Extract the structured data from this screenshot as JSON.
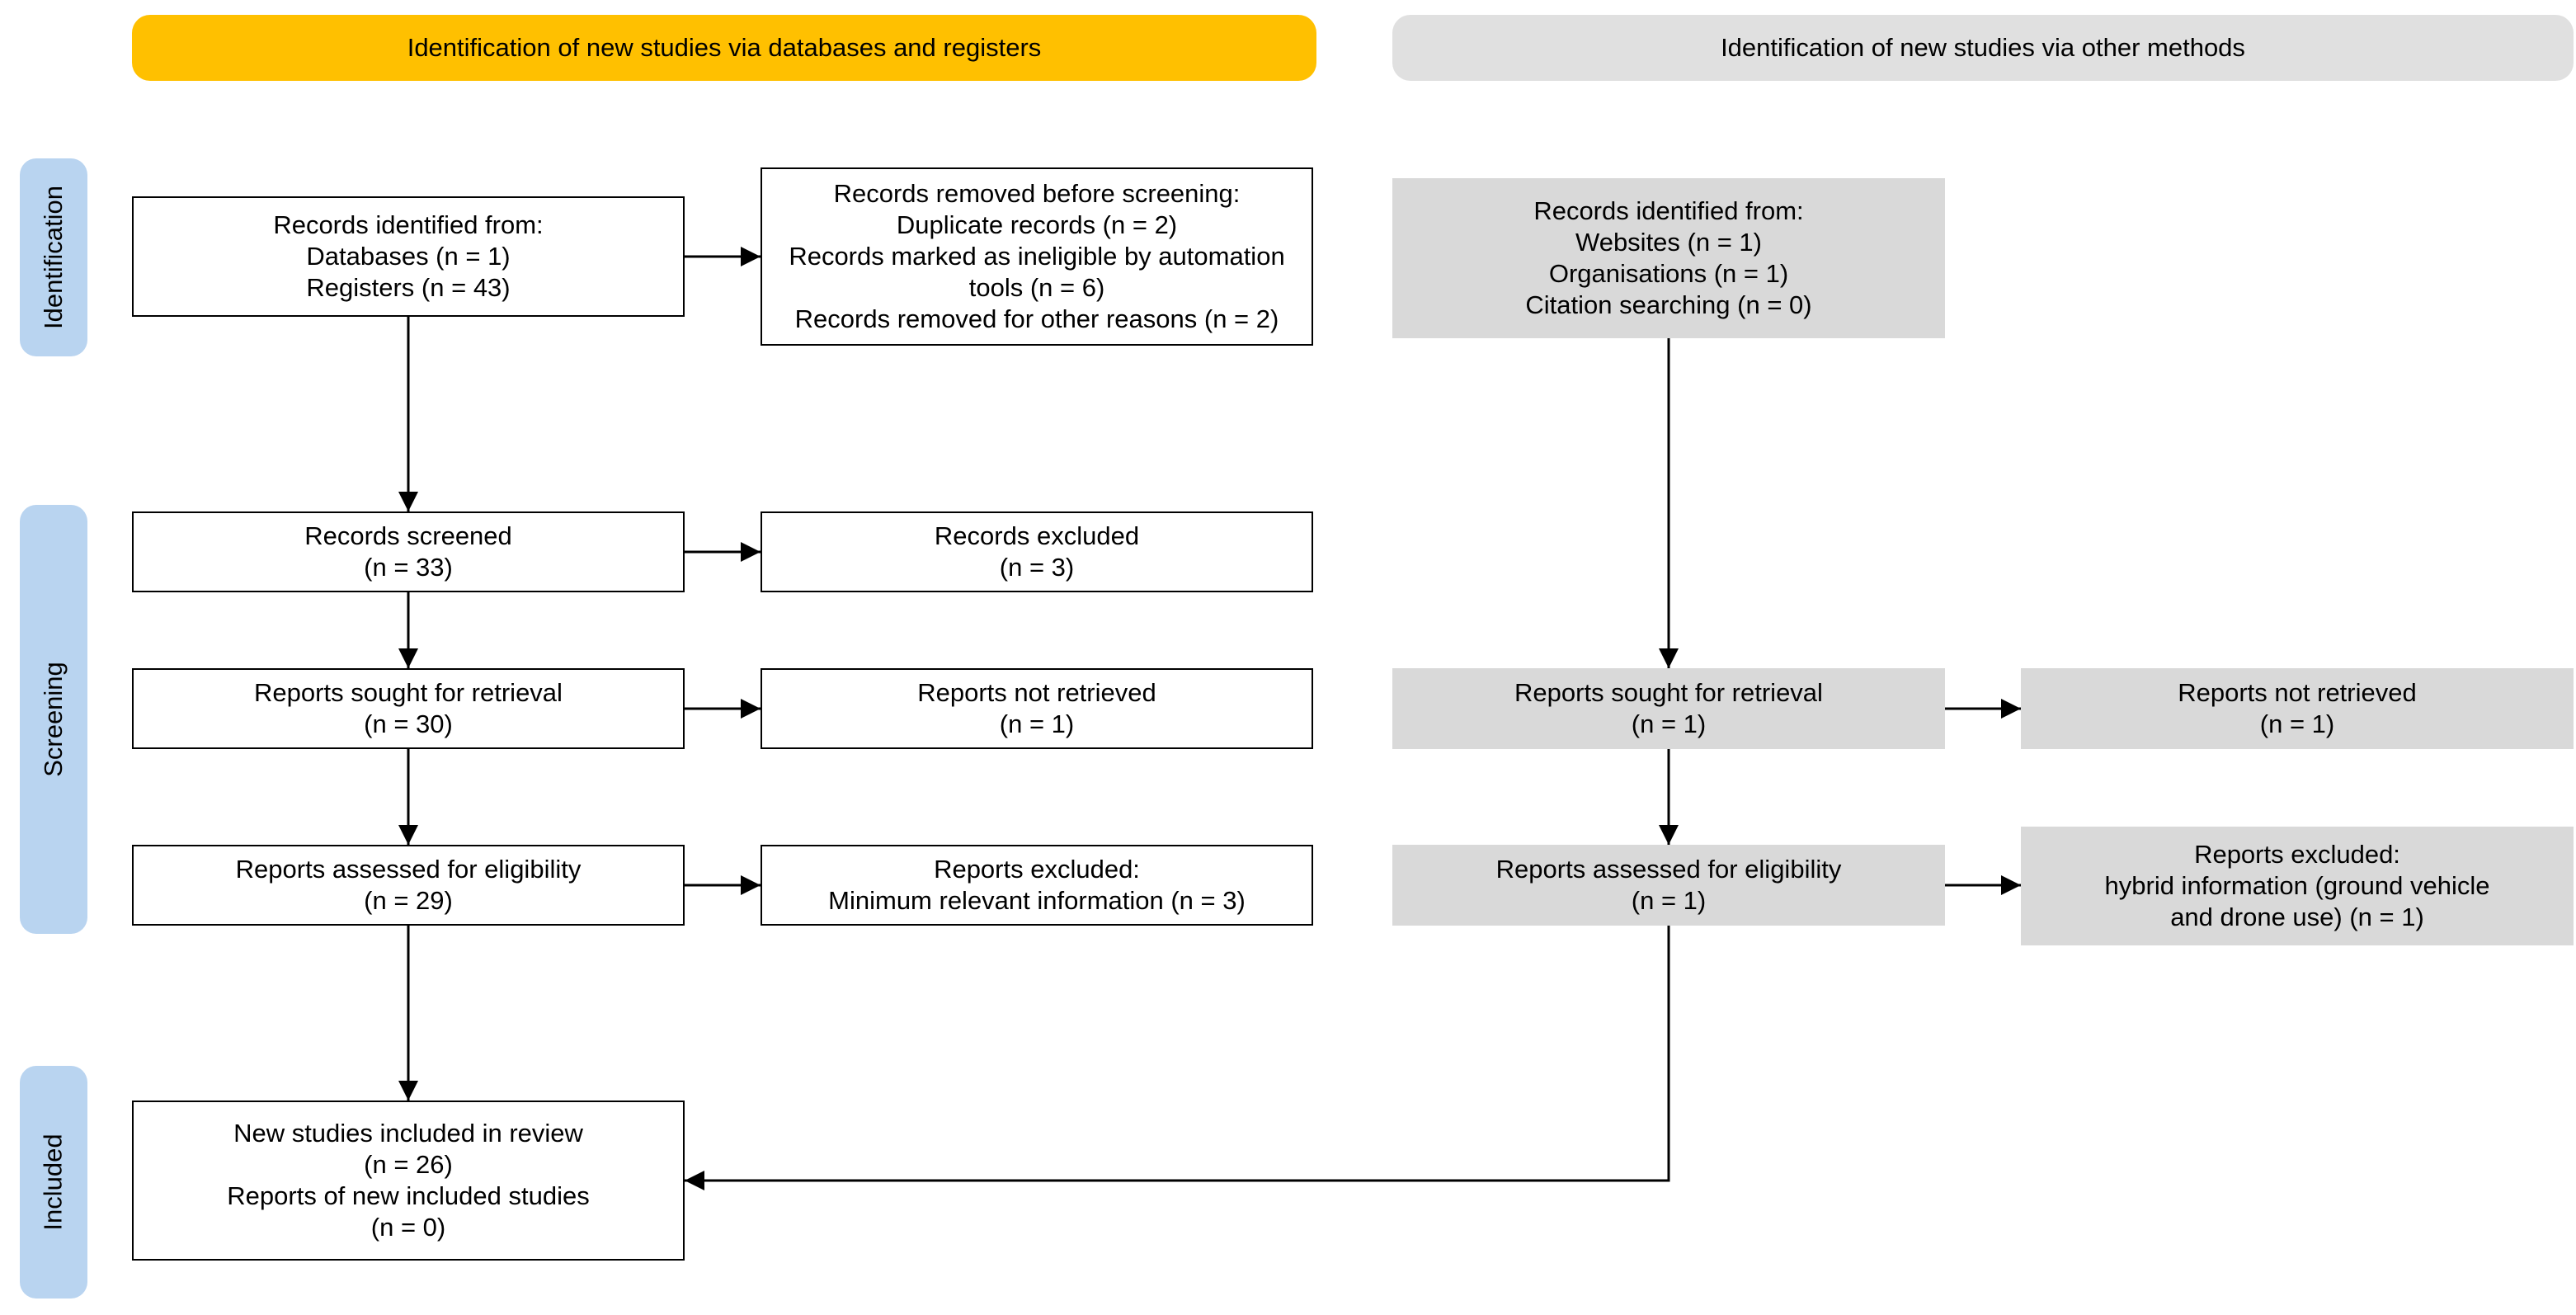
{
  "headers": {
    "left": "Identification of new studies via databases and registers",
    "right": "Identification of new studies via other methods"
  },
  "phases": {
    "identification": "Identification",
    "screening": "Screening",
    "included": "Included"
  },
  "db": {
    "identified": [
      "Records identified from:",
      "Databases (n = 1)",
      "Registers (n = 43)"
    ],
    "removed": [
      "Records removed before screening:",
      "Duplicate records (n = 2)",
      "Records marked as ineligible by automation",
      "tools (n = 6)",
      "Records removed for other reasons (n = 2)"
    ],
    "screened": [
      "Records screened",
      "(n = 33)"
    ],
    "excluded": [
      "Records excluded",
      "(n = 3)"
    ],
    "sought": [
      "Reports sought for retrieval",
      "(n = 30)"
    ],
    "not_retrieved": [
      "Reports not retrieved",
      "(n = 1)"
    ],
    "assessed": [
      "Reports assessed for eligibility",
      "(n = 29)"
    ],
    "reports_excluded": [
      "Reports excluded:",
      "Minimum relevant information (n = 3)"
    ],
    "included": [
      "New studies included in review",
      "(n = 26)",
      "Reports of new included studies",
      "(n = 0)"
    ]
  },
  "other": {
    "identified": [
      "Records identified from:",
      "Websites (n = 1)",
      "Organisations (n = 1)",
      "Citation searching (n = 0)"
    ],
    "sought": [
      "Reports sought for retrieval",
      "(n = 1)"
    ],
    "not_retrieved": [
      "Reports not retrieved",
      "(n = 1)"
    ],
    "assessed": [
      "Reports assessed for eligibility",
      "(n = 1)"
    ],
    "reports_excluded": [
      "Reports excluded:",
      "hybrid information (ground vehicle",
      "and drone use) (n = 1)"
    ]
  }
}
